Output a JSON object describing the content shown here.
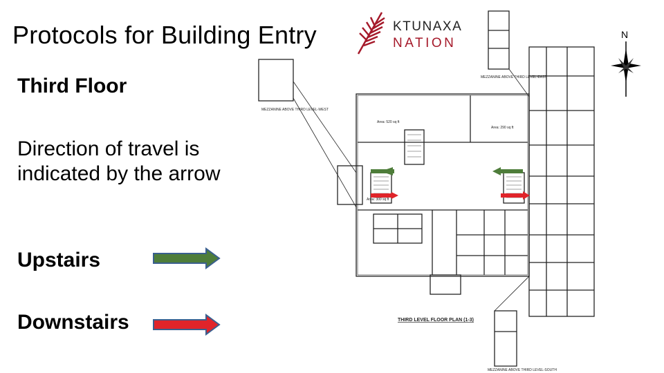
{
  "slide": {
    "title": "Protocols for Building Entry",
    "floor_heading": "Third Floor",
    "direction_text": "Direction of travel is indicated by the arrow",
    "legend": [
      {
        "label": "Upstairs",
        "color": "#4e7d3a"
      },
      {
        "label": "Downstairs",
        "color": "#e0242a"
      }
    ]
  },
  "logo": {
    "line1": "KTUNAXA",
    "line2": "NATION",
    "accent_color": "#a5192a"
  },
  "compass": {
    "label": "N"
  },
  "floor_plan": {
    "caption": "THIRD LEVEL FLOOR PLAN (1-3)",
    "labels": [
      "MEZZANINE ABOVE THIRD LEVEL-WEST",
      "MEZZANINE ABOVE THIRD LEVEL-EAST",
      "MEZZANINE ABOVE THIRD LEVEL-SOUTH",
      "Area: 520 sq ft",
      "Area: 290 sq ft",
      "Area: 300 sq ft"
    ]
  }
}
